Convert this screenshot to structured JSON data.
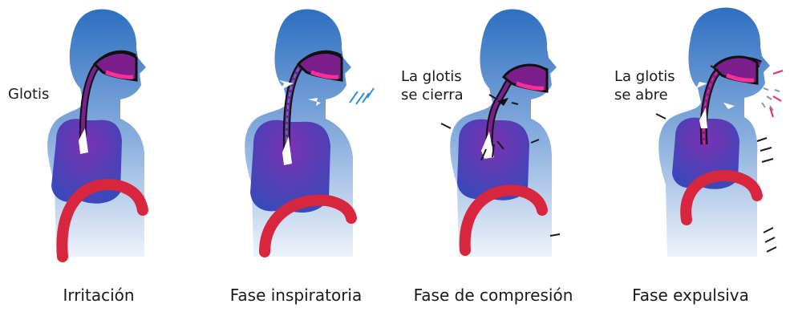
{
  "stages": [
    {
      "caption": "Irritación",
      "label_lines": [
        "Glotis"
      ]
    },
    {
      "caption": "Fase inspiratoria",
      "label_lines": []
    },
    {
      "caption": "Fase de compresión",
      "label_lines": [
        "La glotis",
        "se cierra"
      ]
    },
    {
      "caption": "Fase expulsiva",
      "label_lines": [
        "La glotis",
        "se abre"
      ]
    }
  ],
  "colors": {
    "body_top": "#2e6fc0",
    "body_bottom": "#eef3fa",
    "lung_outer": "#2b44b8",
    "lung_inner": "#7a2bb0",
    "diaphragm": "#d7263d",
    "mouth": "#7a1f8c",
    "mouth_highlight": "#ff2f9a",
    "airflow_in": "#2f8fd6",
    "airflow_out": "#e8257a",
    "pressure_arrow": "#1a1a1a"
  }
}
